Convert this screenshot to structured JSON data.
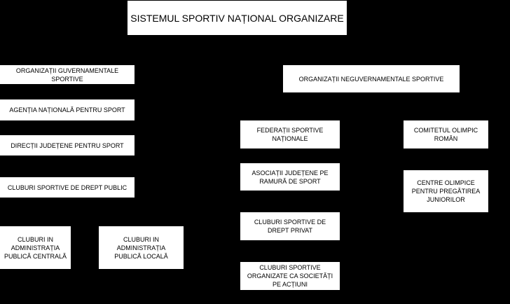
{
  "title": "SISTEMUL SPORTIV NAȚIONAL ORGANIZARE",
  "left_column": {
    "gov_orgs": "ORGANIZAȚII GUVERNAMENTALE SPORTIVE",
    "national_agency": "AGENȚIA NAȚIONALĂ PENTRU SPORT",
    "county_directions": "DIRECȚII JUDEȚENE PENTRU SPORT",
    "public_clubs": "CLUBURI SPORTIVE DE DREPT PUBLIC",
    "central_clubs": "CLUBURI IN ADMINISTRAȚIA PUBLICĂ CENTRALĂ",
    "local_clubs": "CLUBURI IN ADMINISTRAȚIA PUBLICĂ LOCALĂ"
  },
  "right_column": {
    "nongov_orgs": "ORGANIZAȚII NEGUVERNAMENTALE SPORTIVE",
    "national_federations": "FEDERAȚII SPORTIVE NAȚIONALE",
    "county_associations": "ASOCIAȚII JUDEȚENE PE RAMURĂ DE SPORT",
    "private_clubs": "CLUBURI SPORTIVE DE DREPT PRIVAT",
    "share_clubs": "CLUBURI SPORTIVE ORGANIZATE CA SOCIETĂȚI PE ACȚIUNI",
    "olympic_committee": "COMITETUL OLIMPIC ROMÂN",
    "olympic_centers": "CENTRE OLIMPICE PENTRU PREGĂTIREA JUNIORILOR"
  }
}
